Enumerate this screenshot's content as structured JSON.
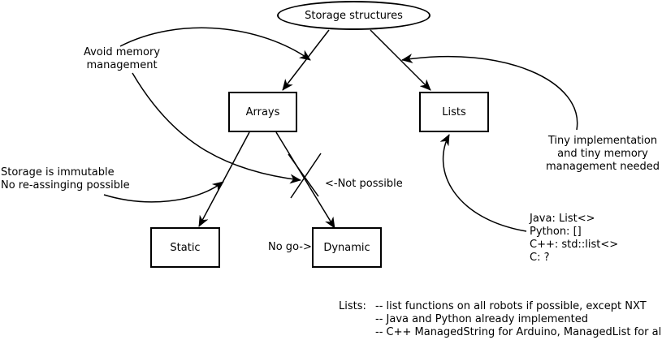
{
  "nodes": {
    "storage": "Storage structures",
    "arrays": "Arrays",
    "lists": "Lists",
    "static": "Static",
    "dynamic": "Dynamic"
  },
  "annotations": {
    "avoid_memory": [
      "Avoid memory",
      "management"
    ],
    "immutable": [
      "Storage is immutable",
      "No re-assinging possible"
    ],
    "not_possible": "<-Not possible",
    "no_go": "No go->",
    "tiny_impl": [
      "Tiny implementation",
      "and tiny memory",
      "management needed"
    ],
    "languages": [
      "Java: List<>",
      "Python: []",
      "C++: std::list<>",
      "C: ?"
    ]
  },
  "footer": {
    "label": "Lists:",
    "items": [
      "-- list functions on all robots if possible, except NXT",
      "-- Java and Python already implemented",
      "-- C++ ManagedString for Arduino, ManagedList for all"
    ]
  }
}
